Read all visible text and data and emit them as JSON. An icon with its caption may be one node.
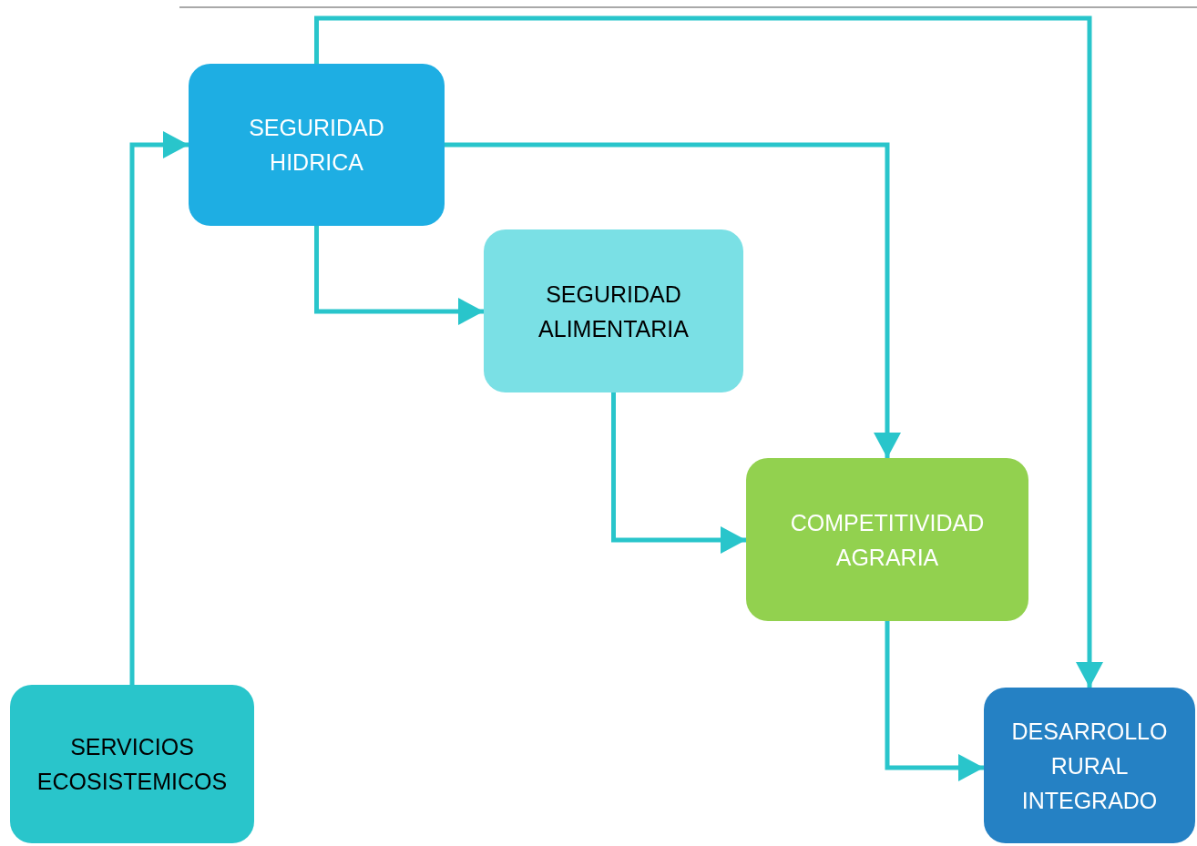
{
  "diagram": {
    "nodes": [
      {
        "text": [
          "SEGURIDAD HIDRICA"
        ]
      },
      {
        "text": [
          "SEGURIDAD ALIMENTARIA"
        ]
      },
      {
        "text": [
          "COMPETITIVIDAD AGRARIA"
        ]
      },
      {
        "text": [
          "SERVICIOS ECOSISTEMICOS"
        ]
      },
      {
        "text": [
          "DESARROLLO RURAL INTEGRADO"
        ]
      }
    ],
    "edges": [
      {
        "from": 3,
        "to": 0,
        "arrow": "to"
      },
      {
        "from": 0,
        "to": 1,
        "arrow": "to"
      },
      {
        "from": 0,
        "to": 2,
        "arrow": "to"
      },
      {
        "from": 1,
        "to": 2,
        "arrow": "to"
      },
      {
        "from": 2,
        "to": 4,
        "arrow": "to"
      },
      {
        "from": 0,
        "to": 4,
        "arrow": "to"
      }
    ]
  }
}
